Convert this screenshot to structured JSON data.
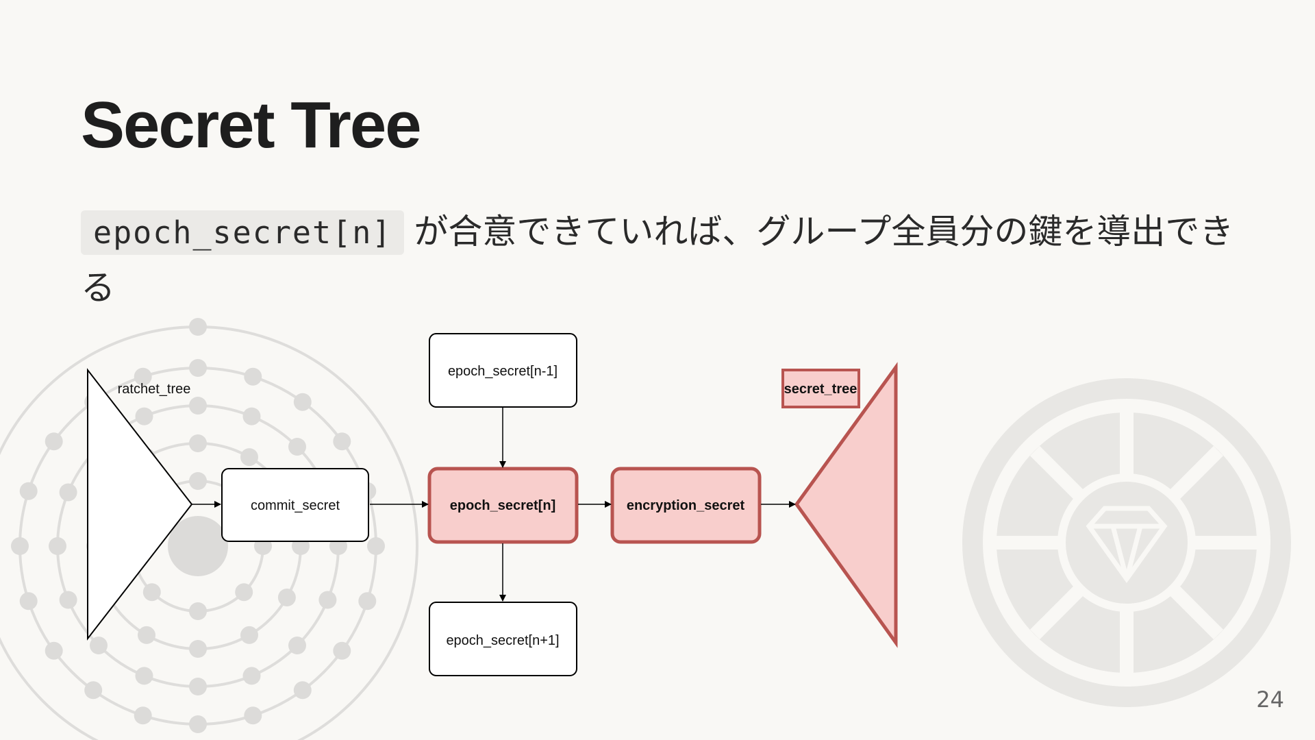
{
  "slide": {
    "title": "Secret Tree",
    "code": "epoch_secret[n]",
    "text": "が合意できていれば、グループ全員分の鍵を導出できる",
    "page_number": "24"
  },
  "diagram": {
    "ratchet_tree_label": "ratchet_tree",
    "commit_secret_label": "commit_secret",
    "epoch_prev_label": "epoch_secret[n-1]",
    "epoch_label": "epoch_secret[n]",
    "epoch_next_label": "epoch_secret[n+1]",
    "encryption_label": "encryption_secret",
    "secret_tree_label": "secret_tree",
    "colors": {
      "highlight_fill": "#f8cecc",
      "highlight_stroke": "#b85450",
      "normal_stroke": "#000000",
      "deco": "#e2e1de"
    }
  }
}
